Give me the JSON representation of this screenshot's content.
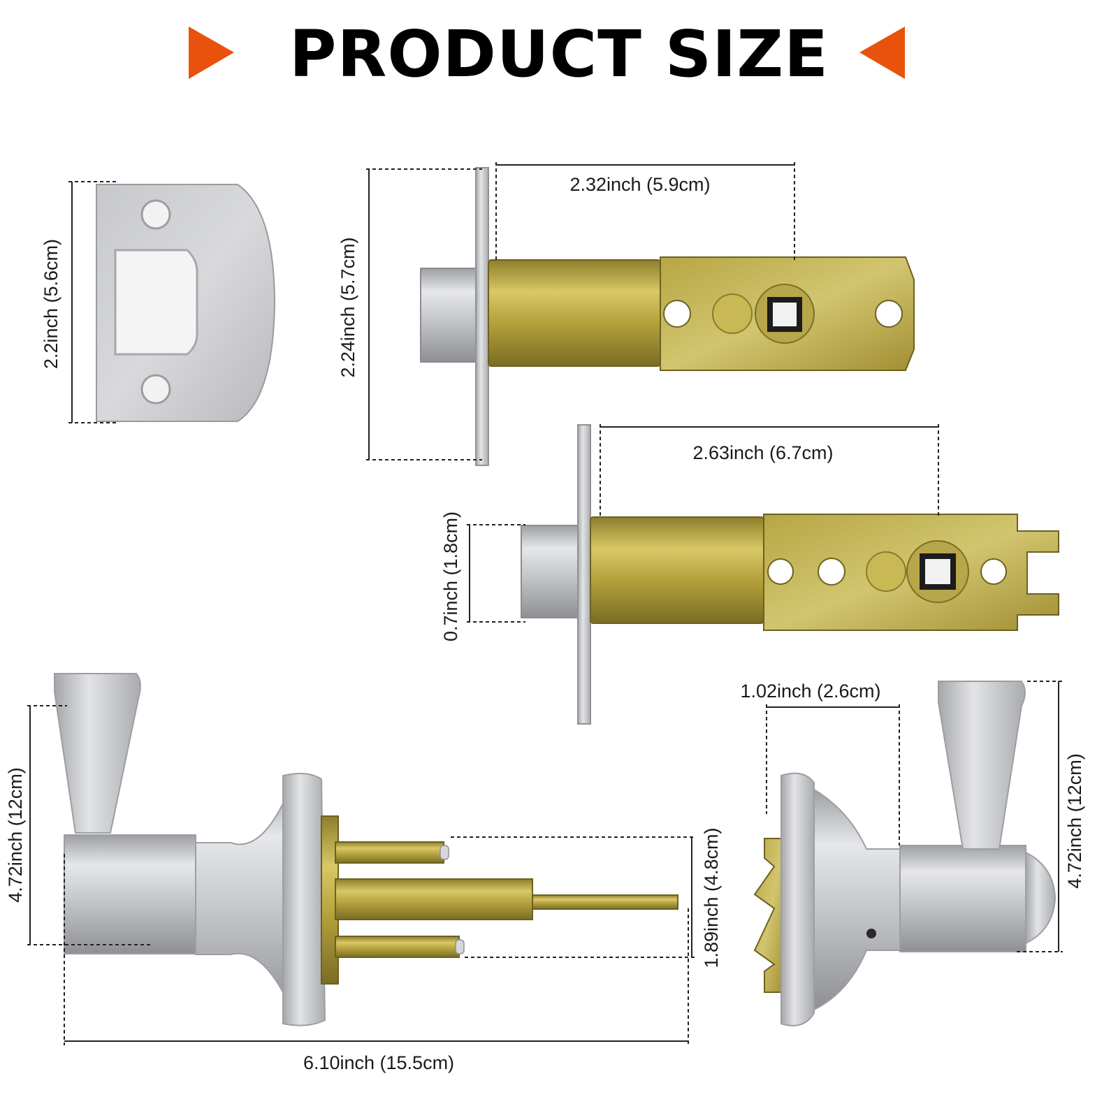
{
  "title": "PRODUCT SIZE",
  "colors": {
    "accent": "#e8520c",
    "steel": "#c9cacd",
    "brass": "#b9a33c"
  },
  "dimensions": {
    "strike_height": "2.2inch (5.6cm)",
    "latch_height": "2.24inch (5.7cm)",
    "latch_length": "2.32inch (5.9cm)",
    "adjustable_length": "2.63inch (6.7cm)",
    "bolt_height": "0.7inch (1.8cm)",
    "lever_height_left": "4.72inch (12cm)",
    "spindle_height": "1.89inch (4.8cm)",
    "total_length": "6.10inch (15.5cm)",
    "rose_depth": "1.02inch (2.6cm)",
    "lever_height_right": "4.72inch (12cm)"
  }
}
